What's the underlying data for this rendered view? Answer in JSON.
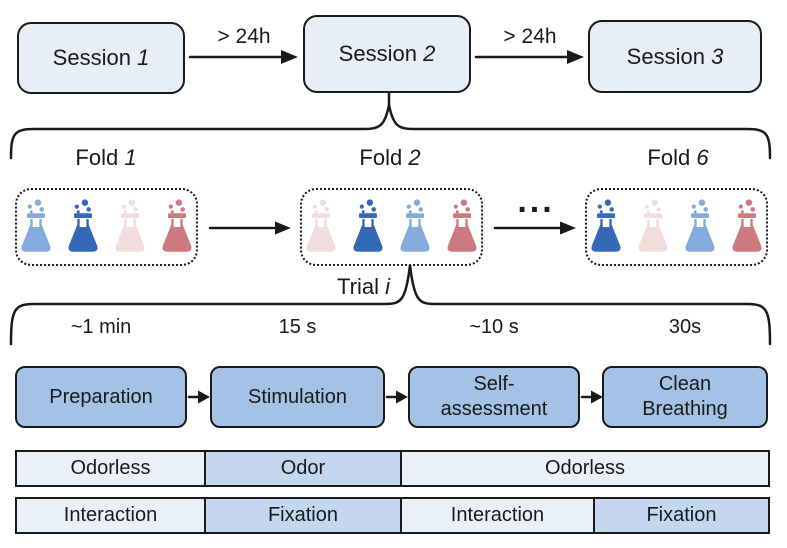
{
  "colors": {
    "ink": "#1a1a1a",
    "session_fill": "#e8eef7",
    "phase_fill": "#a3c2e6",
    "bar_light": "#eaf0f9",
    "bar_medium": "#c4d7ef",
    "flask_light_blue": "#84abdc",
    "flask_dark_blue": "#3668b8",
    "flask_pale_pink": "#f2dddd",
    "flask_rose": "#cc7a80"
  },
  "sessions": {
    "items": [
      {
        "label": "Session ",
        "num": "1"
      },
      {
        "label": "Session ",
        "num": "2"
      },
      {
        "label": "Session ",
        "num": "3"
      }
    ],
    "interval_labels": [
      "> 24h",
      "> 24h"
    ]
  },
  "folds": {
    "items": [
      {
        "label": "Fold ",
        "num": "1",
        "flasks": [
          "flask_light_blue",
          "flask_dark_blue",
          "flask_pale_pink",
          "flask_rose"
        ]
      },
      {
        "label": "Fold ",
        "num": "2",
        "flasks": [
          "flask_pale_pink",
          "flask_dark_blue",
          "flask_light_blue",
          "flask_rose"
        ]
      },
      {
        "label": "Fold ",
        "num": "6",
        "flasks": [
          "flask_dark_blue",
          "flask_pale_pink",
          "flask_light_blue",
          "flask_rose"
        ]
      }
    ],
    "ellipsis": "..."
  },
  "trial": {
    "label": "Trial ",
    "num": "i"
  },
  "timeline": {
    "phases": [
      {
        "duration": "~1 min",
        "name": "Preparation"
      },
      {
        "duration": "15 s",
        "name": "Stimulation"
      },
      {
        "duration": "~10 s",
        "name": "Self-\nassessment"
      },
      {
        "duration": "30s",
        "name": "Clean\nBreathing"
      }
    ]
  },
  "odor_bar": {
    "segments": [
      {
        "label": "Odorless",
        "tone": "light"
      },
      {
        "label": "Odor",
        "tone": "medium"
      },
      {
        "label": "Odorless",
        "tone": "light"
      }
    ]
  },
  "attention_bar": {
    "segments": [
      {
        "label": "Interaction",
        "tone": "light"
      },
      {
        "label": "Fixation",
        "tone": "medium"
      },
      {
        "label": "Interaction",
        "tone": "light"
      },
      {
        "label": "Fixation",
        "tone": "medium"
      }
    ]
  }
}
